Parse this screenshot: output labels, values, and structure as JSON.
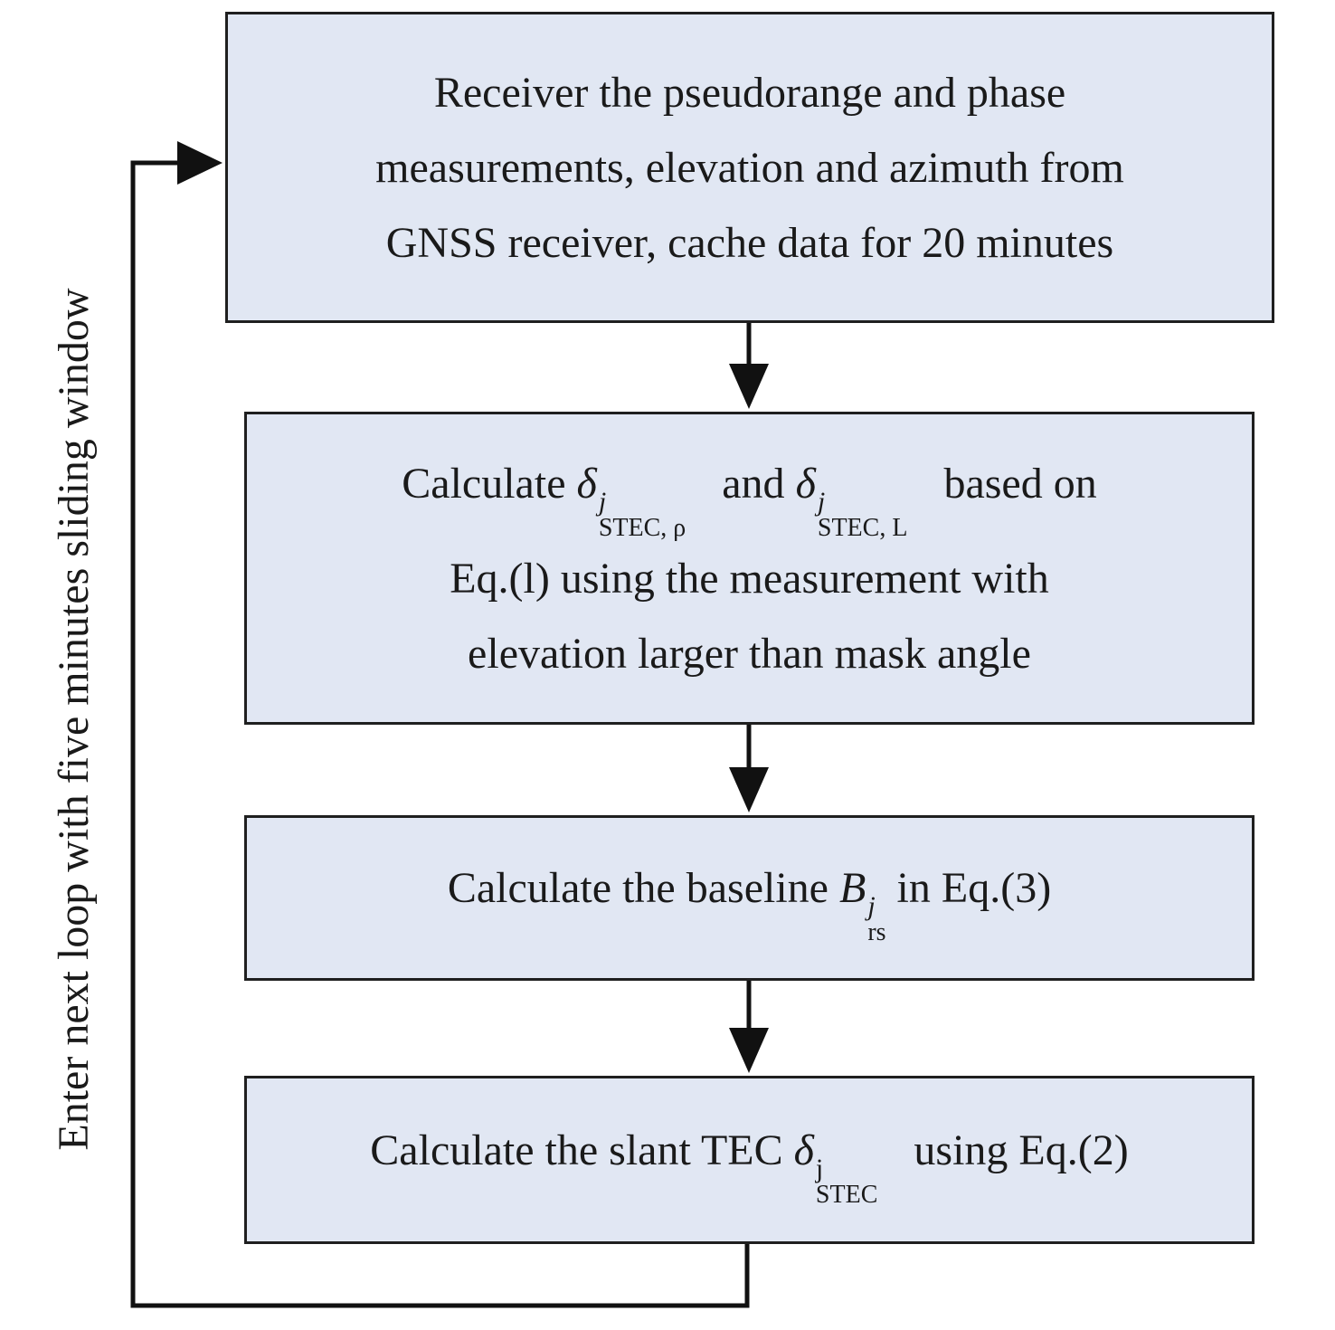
{
  "steps": [
    {
      "lines": [
        "Receiver the pseudorange and phase",
        "measurements, elevation and azimuth from",
        "GNSS receiver, cache data for 20 minutes"
      ]
    },
    {
      "line1": {
        "pre": "Calculate",
        "sym1": {
          "base": "δ",
          "sup": "j",
          "sub": "STEC, ρ"
        },
        "mid": "and",
        "sym2": {
          "base": "δ",
          "sup": "j",
          "sub": "STEC, L"
        },
        "post": "based on"
      },
      "lines": [
        "Eq.(l) using the measurement with",
        "elevation larger than mask angle"
      ]
    },
    {
      "pre": "Calculate the baseline",
      "sym": {
        "base": "B",
        "sup": "j",
        "sub": "rs"
      },
      "post": "in Eq.(3)"
    },
    {
      "pre": "Calculate the slant TEC",
      "sym": {
        "base": "δ",
        "sup": "j",
        "sub": "STEC"
      },
      "post": "using Eq.(2)"
    }
  ],
  "loop_label": "Enter next loop with five minutes sliding window"
}
